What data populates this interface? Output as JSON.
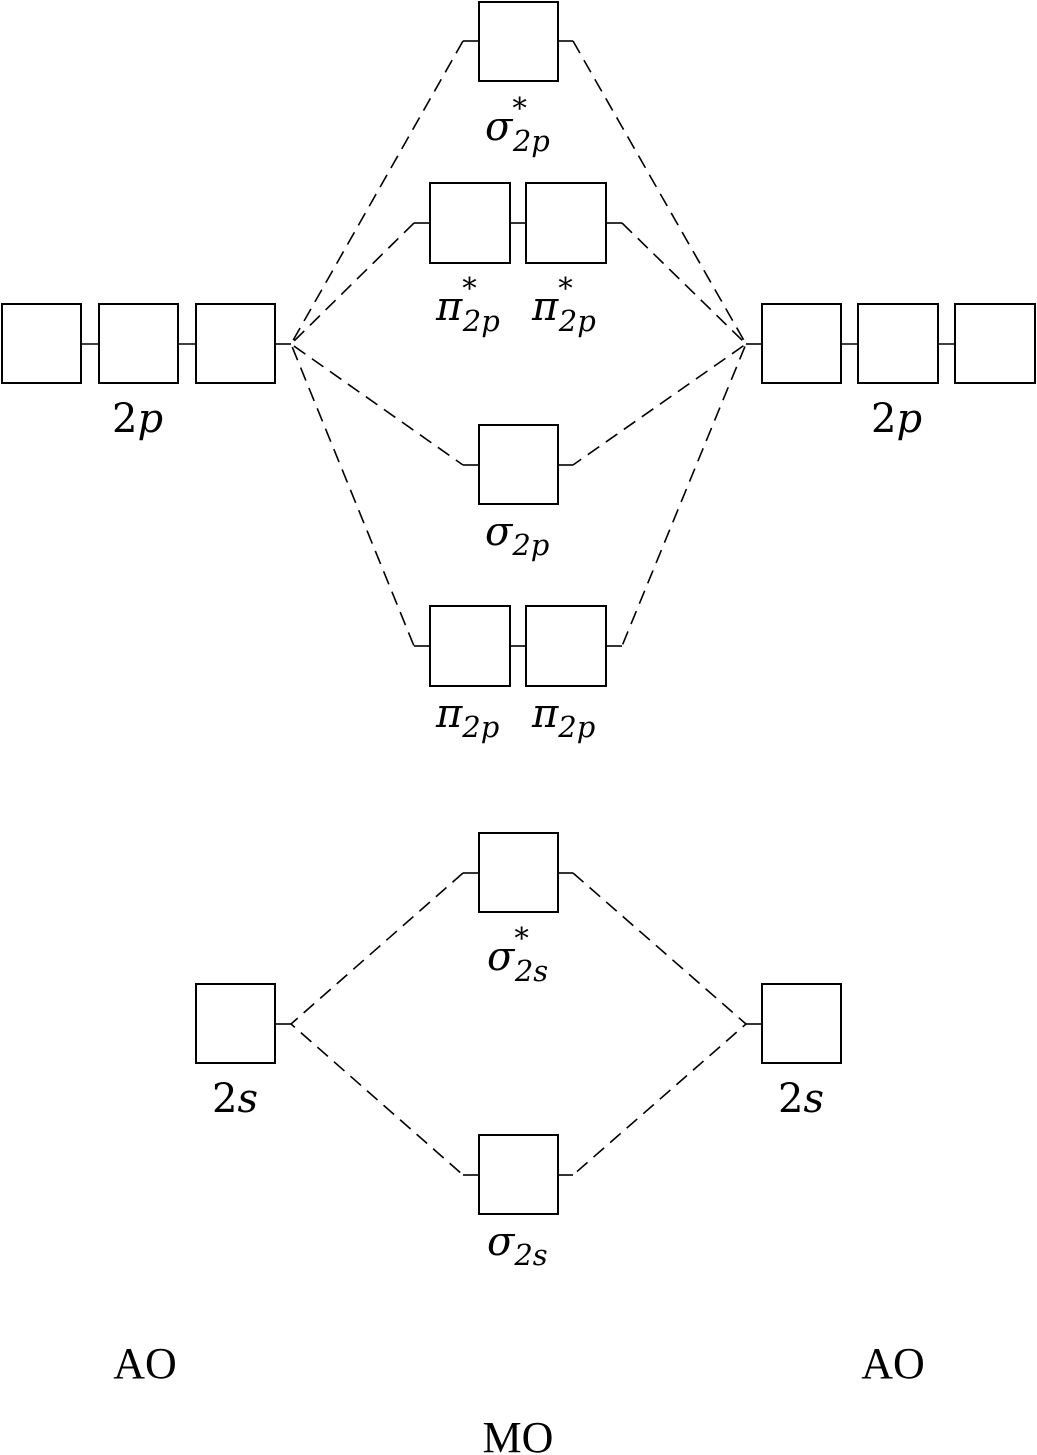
{
  "orbitals": {
    "sigma_star_2p": {
      "symbol": "σ",
      "sup": "*",
      "sub": "2p"
    },
    "pi_star_2p": {
      "symbol": "π",
      "sup": "*",
      "sub": "2p"
    },
    "sigma_2p": {
      "symbol": "σ",
      "sub": "2p"
    },
    "pi_2p": {
      "symbol": "π",
      "sub": "2p"
    },
    "sigma_star_2s": {
      "symbol": "σ",
      "sup": "*",
      "sub": "2s"
    },
    "sigma_2s": {
      "symbol": "σ",
      "sub": "2s"
    }
  },
  "atomic": {
    "2p": {
      "num": "2",
      "letter": "p"
    },
    "2s": {
      "num": "2",
      "letter": "s"
    }
  },
  "columns": {
    "left": "AO",
    "right": "AO",
    "middle": "MO"
  }
}
